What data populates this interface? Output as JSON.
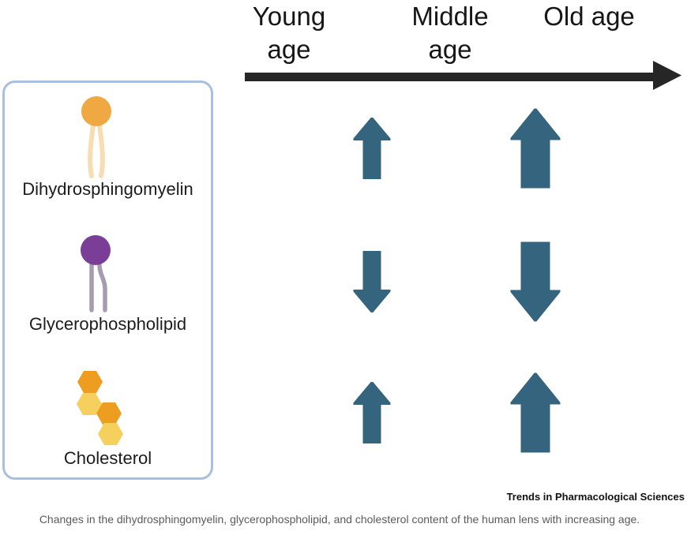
{
  "figure": {
    "timeline": {
      "labels": [
        "Young age",
        "Middle age",
        "Old age"
      ]
    },
    "legend": {
      "items": [
        {
          "label": "Dihydrosphingomyelin",
          "icon": "lipid-orange-head-two-tails-icon"
        },
        {
          "label": "Glycerophospholipid",
          "icon": "lipid-purple-head-two-tails-icon"
        },
        {
          "label": "Cholesterol",
          "icon": "cholesterol-hexagon-rings-icon"
        }
      ]
    },
    "matrix": {
      "columns": [
        "Middle age",
        "Old age"
      ],
      "rows": [
        {
          "lipid": "Dihydrosphingomyelin",
          "changes": [
            {
              "direction": "up",
              "magnitude": "small"
            },
            {
              "direction": "up",
              "magnitude": "large"
            }
          ]
        },
        {
          "lipid": "Glycerophospholipid",
          "changes": [
            {
              "direction": "down",
              "magnitude": "small"
            },
            {
              "direction": "down",
              "magnitude": "large"
            }
          ]
        },
        {
          "lipid": "Cholesterol",
          "changes": [
            {
              "direction": "up",
              "magnitude": "small"
            },
            {
              "direction": "up",
              "magnitude": "large"
            }
          ]
        }
      ]
    },
    "branding": "Trends in Pharmacological Sciences",
    "caption": "Changes in the dihydrosphingomyelin, glycerophospholipid, and cholesterol content of the human lens with increasing age.",
    "colors": {
      "change_arrow": "#35657e",
      "timeline": "#262626",
      "legend_border": "#a9bfe0",
      "dhsm_head": "#f0a843",
      "dhsm_tail": "#f8dcb2",
      "gpl_head": "#7b3e97",
      "gpl_tail": "#a69cb2",
      "chol_hex_dark": "#ed9d1f",
      "chol_hex_light": "#f5d05c",
      "caption_text": "#5a5a5a"
    }
  }
}
